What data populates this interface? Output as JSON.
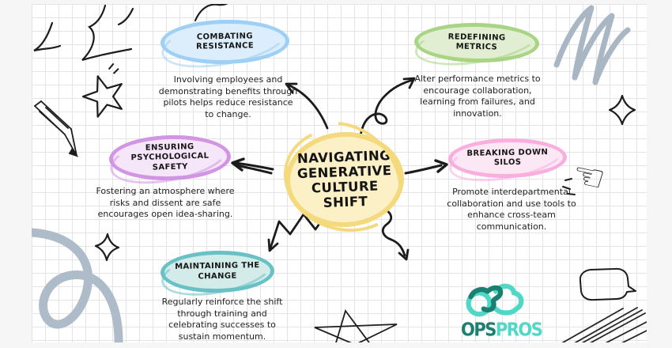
{
  "board": {
    "background": "#f6f6f7",
    "paper": "#ffffff",
    "grid_color": "#e4e4e7",
    "ink": "#1d1d1d",
    "doodle_gray": "#a9b6c4"
  },
  "center_topic": {
    "line1": "NAVIGATING",
    "line2": "GENERATIVE",
    "line3": "CULTURE SHIFT",
    "fill": "#fbf0c6",
    "stroke": "#f5d97d"
  },
  "nodes": [
    {
      "id": "combating-resistance",
      "label": "COMBATING RESISTANCE",
      "description": "Involving employees and demonstrating benefits through pilots helps reduce resistance to change.",
      "fill": "#dcedfb",
      "stroke": "#9dd0f4"
    },
    {
      "id": "redefining-metrics",
      "label": "REDEFINING METRICS",
      "description": "Alter performance metrics to encourage collaboration, learning from failures, and innovation.",
      "fill": "#e1eed2",
      "stroke": "#a8d583"
    },
    {
      "id": "ensuring-psychological-safety",
      "label": "ENSURING PSYCHOLOGICAL SAFETY",
      "description": "Fostering an atmosphere where risks and dissent are safe encourages open idea-sharing.",
      "fill": "#f5e6f9",
      "stroke": "#d295e3"
    },
    {
      "id": "breaking-down-silos",
      "label": "BREAKING DOWN SILOS",
      "description": "Promote interdepartmental collaboration and use tools to enhance cross-team communication.",
      "fill": "#fce7f5",
      "stroke": "#f9aede"
    },
    {
      "id": "maintaining-the-change",
      "label": "MAINTAINING THE CHANGE",
      "description": "Regularly reinforce the shift through training and celebrating successes to sustain momentum.",
      "fill": "#d3ecea",
      "stroke": "#68c1c4"
    }
  ],
  "logo": {
    "ops": "OPS",
    "pros": "PROS",
    "dark": "#1b7f72",
    "light": "#4fd8c5"
  },
  "icons": {
    "pointing_hand_glyph": "☞"
  }
}
